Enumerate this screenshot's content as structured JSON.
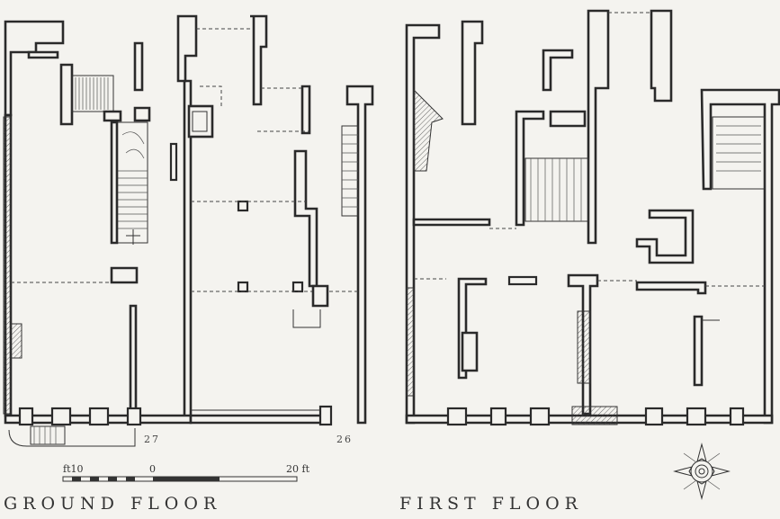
{
  "captions": {
    "ground_floor": "GROUND FLOOR",
    "first_floor": "FIRST FLOOR"
  },
  "house_numbers": {
    "left": "27",
    "right": "26"
  },
  "scale_bar": {
    "left_label": "ft10",
    "zero_label": "0",
    "right_label": "20 ft"
  },
  "icons": {
    "compass": "compass-rose-icon"
  }
}
